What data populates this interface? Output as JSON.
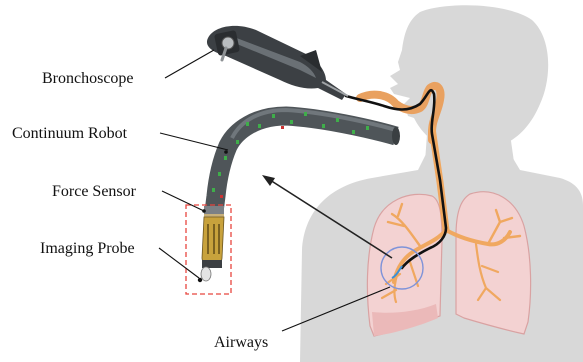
{
  "labels": {
    "bronchoscope": "Bronchoscope",
    "continuum_robot": "Continuum Robot",
    "force_sensor": "Force Sensor",
    "imaging_probe": "Imaging Probe",
    "airways": "Airways"
  },
  "colors": {
    "silhouette": "#d8d8d8",
    "lung_fill": "#f3d2d2",
    "lung_edge": "#d9a2a2",
    "airway_tree": "#f0a860",
    "airway_edge": "#d9823d",
    "scope_cable": "#111111",
    "robot_body": "#4f5559",
    "robot_marker": "#3fae4a",
    "probe_gold": "#c8a23c",
    "dashed_box": "#e8463f",
    "zoom_circle": "#7f93d9"
  }
}
